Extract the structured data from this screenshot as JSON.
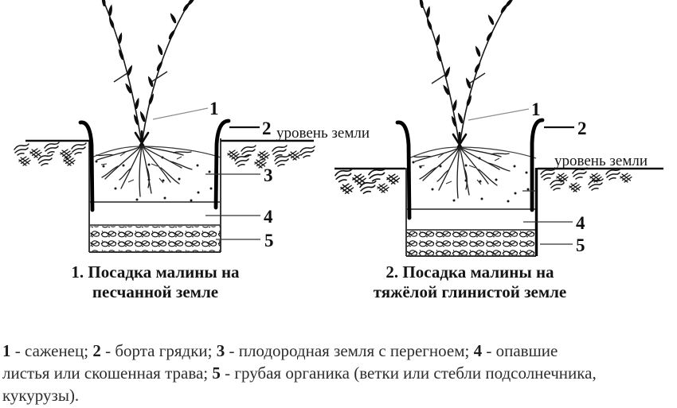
{
  "figure": {
    "diagram_left": {
      "callout_1": "1",
      "callout_2": "2",
      "callout_3": "3",
      "callout_4": "4",
      "callout_5": "5",
      "ground_label": "уровень земли",
      "caption_line1": "1. Посадка малины на",
      "caption_line2": "песчанной земле"
    },
    "diagram_right": {
      "callout_1": "1",
      "callout_2": "2",
      "callout_4": "4",
      "callout_5": "5",
      "ground_label": "уровень земли",
      "caption_line1": "2. Посадка малины на",
      "caption_line2": "тяжёлой глинистой земле"
    }
  },
  "legend": {
    "line1": {
      "n1": "1",
      "t1": " - саженец; ",
      "n2": "2",
      "t2": " - борта грядки; ",
      "n3": "3",
      "t3": " - плодородная земля с перегноем; ",
      "n4": "4",
      "t4": " - опавшие"
    },
    "line2": {
      "t0": "листья или скошенная трава; ",
      "n5": "5",
      "t5": " - грубая органика (ветки или стебли подсолнечника,"
    },
    "line3": {
      "t0": "кукурузы)."
    }
  },
  "colors": {
    "ink": "#111111",
    "legend_text": "#2e2e2e",
    "background": "#ffffff"
  }
}
